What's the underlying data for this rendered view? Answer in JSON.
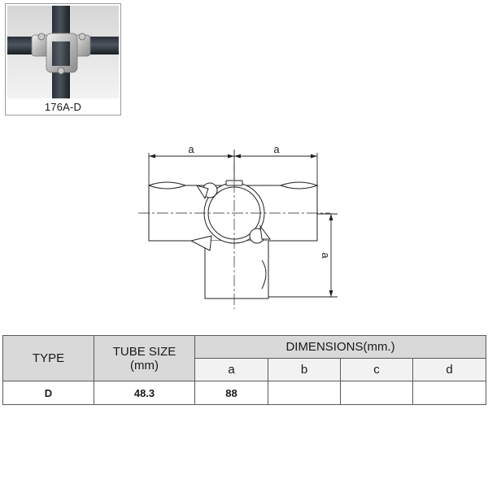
{
  "product": {
    "code": "176A-D"
  },
  "drawing": {
    "dim_a_top_left": "a",
    "dim_a_top_right": "a",
    "dim_a_side": "a"
  },
  "table": {
    "headers": {
      "type": "TYPE",
      "tube_size": "TUBE SIZE",
      "tube_unit": "(mm)",
      "dimensions": "DIMENSIONS(mm.)",
      "a": "a",
      "b": "b",
      "c": "c",
      "d": "d"
    },
    "rows": [
      {
        "type": "D",
        "tube_size": "48.3",
        "a": "88",
        "b": "",
        "c": "",
        "d": ""
      }
    ]
  }
}
